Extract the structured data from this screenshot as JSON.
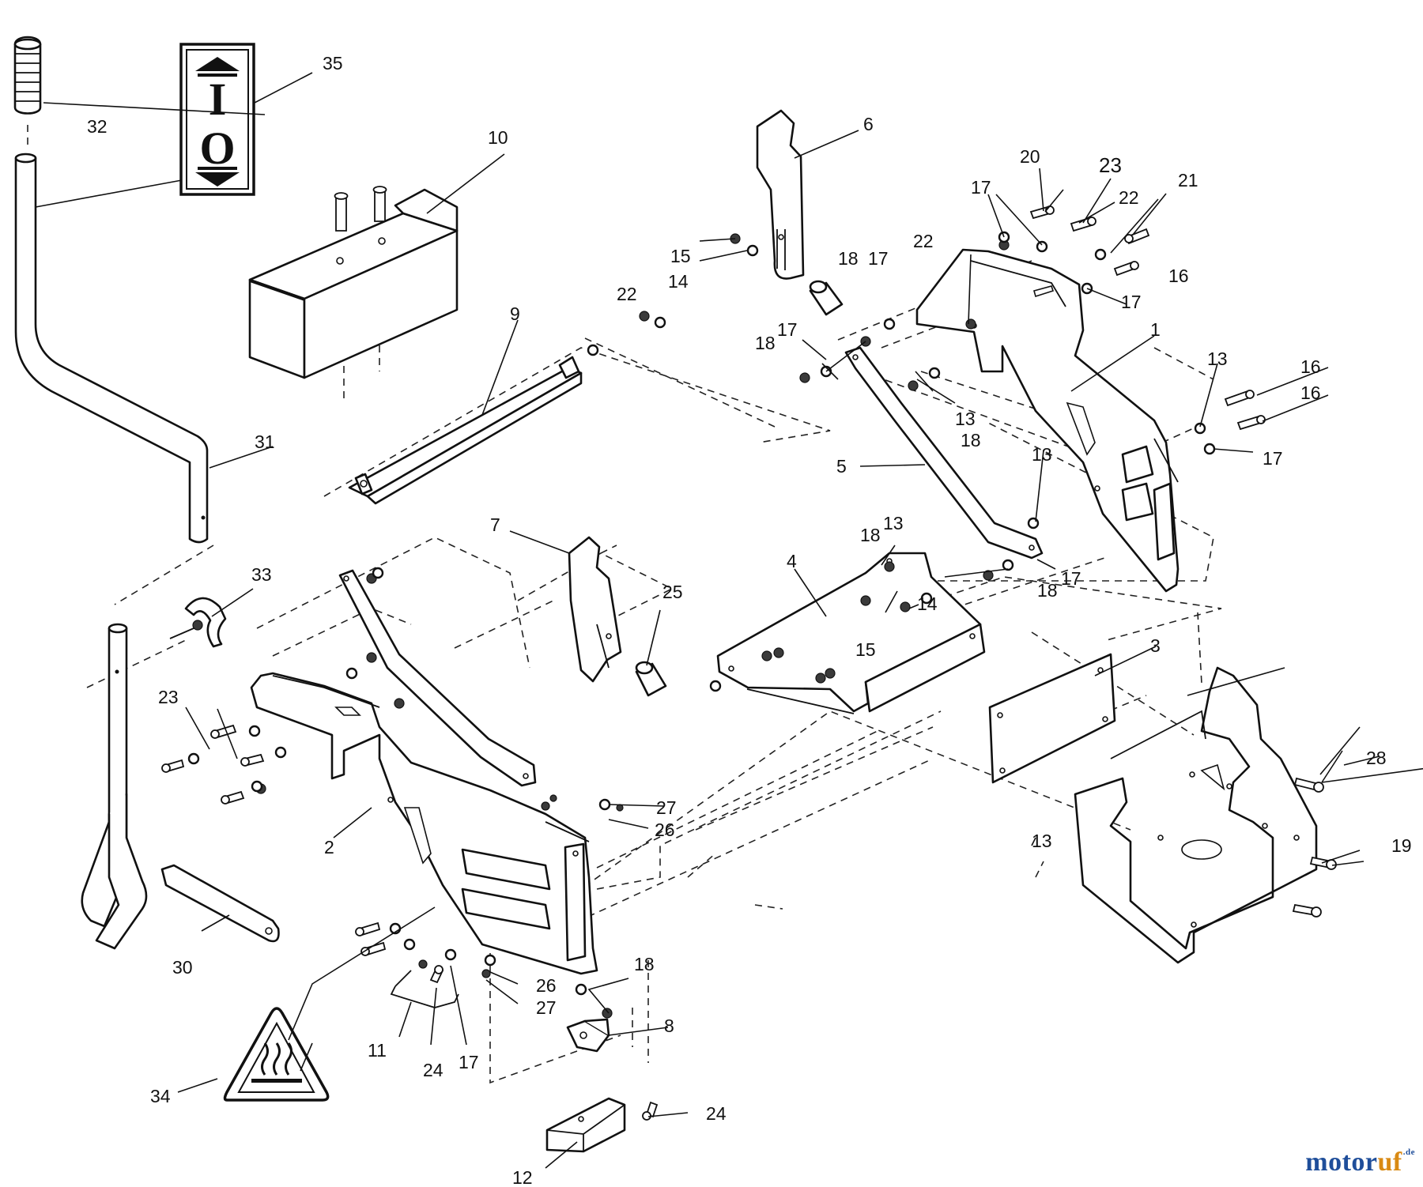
{
  "callouts": {
    "c1": "1",
    "c2": "2",
    "c3": "3",
    "c4": "4",
    "c5": "5",
    "c6": "6",
    "c7": "7",
    "c8": "8",
    "c9": "9",
    "c10": "10",
    "c11": "11",
    "c12": "12",
    "c13a": "13",
    "c13b": "13",
    "c13c": "13",
    "c13d": "13",
    "c13e": "13",
    "c14a": "14",
    "c14b": "14",
    "c15a": "15",
    "c15b": "15",
    "c16a": "16",
    "c16b": "16",
    "c16c": "16",
    "c17a": "17",
    "c17b": "17",
    "c17c": "17",
    "c17d": "17",
    "c17e": "17",
    "c17f": "17",
    "c17g": "17",
    "c18a": "18",
    "c18b": "18",
    "c18c": "18",
    "c18d": "18",
    "c18e": "18",
    "c18f": "18",
    "c19": "19",
    "c20": "20",
    "c21": "21",
    "c22a": "22",
    "c22b": "22",
    "c22c": "22",
    "c23a": "23",
    "c23b": "23",
    "c24a": "24",
    "c24b": "24",
    "c25": "25",
    "c26a": "26",
    "c26b": "26",
    "c27a": "27",
    "c27b": "27",
    "c28": "28",
    "c30": "30",
    "c31": "31",
    "c32": "32",
    "c33": "33",
    "c34": "34",
    "c35": "35"
  },
  "decal": {
    "top_letter": "I",
    "bottom_letter": "O"
  },
  "watermark": {
    "brand_a": "motor",
    "brand_b": "uf",
    "tld": ".de"
  }
}
